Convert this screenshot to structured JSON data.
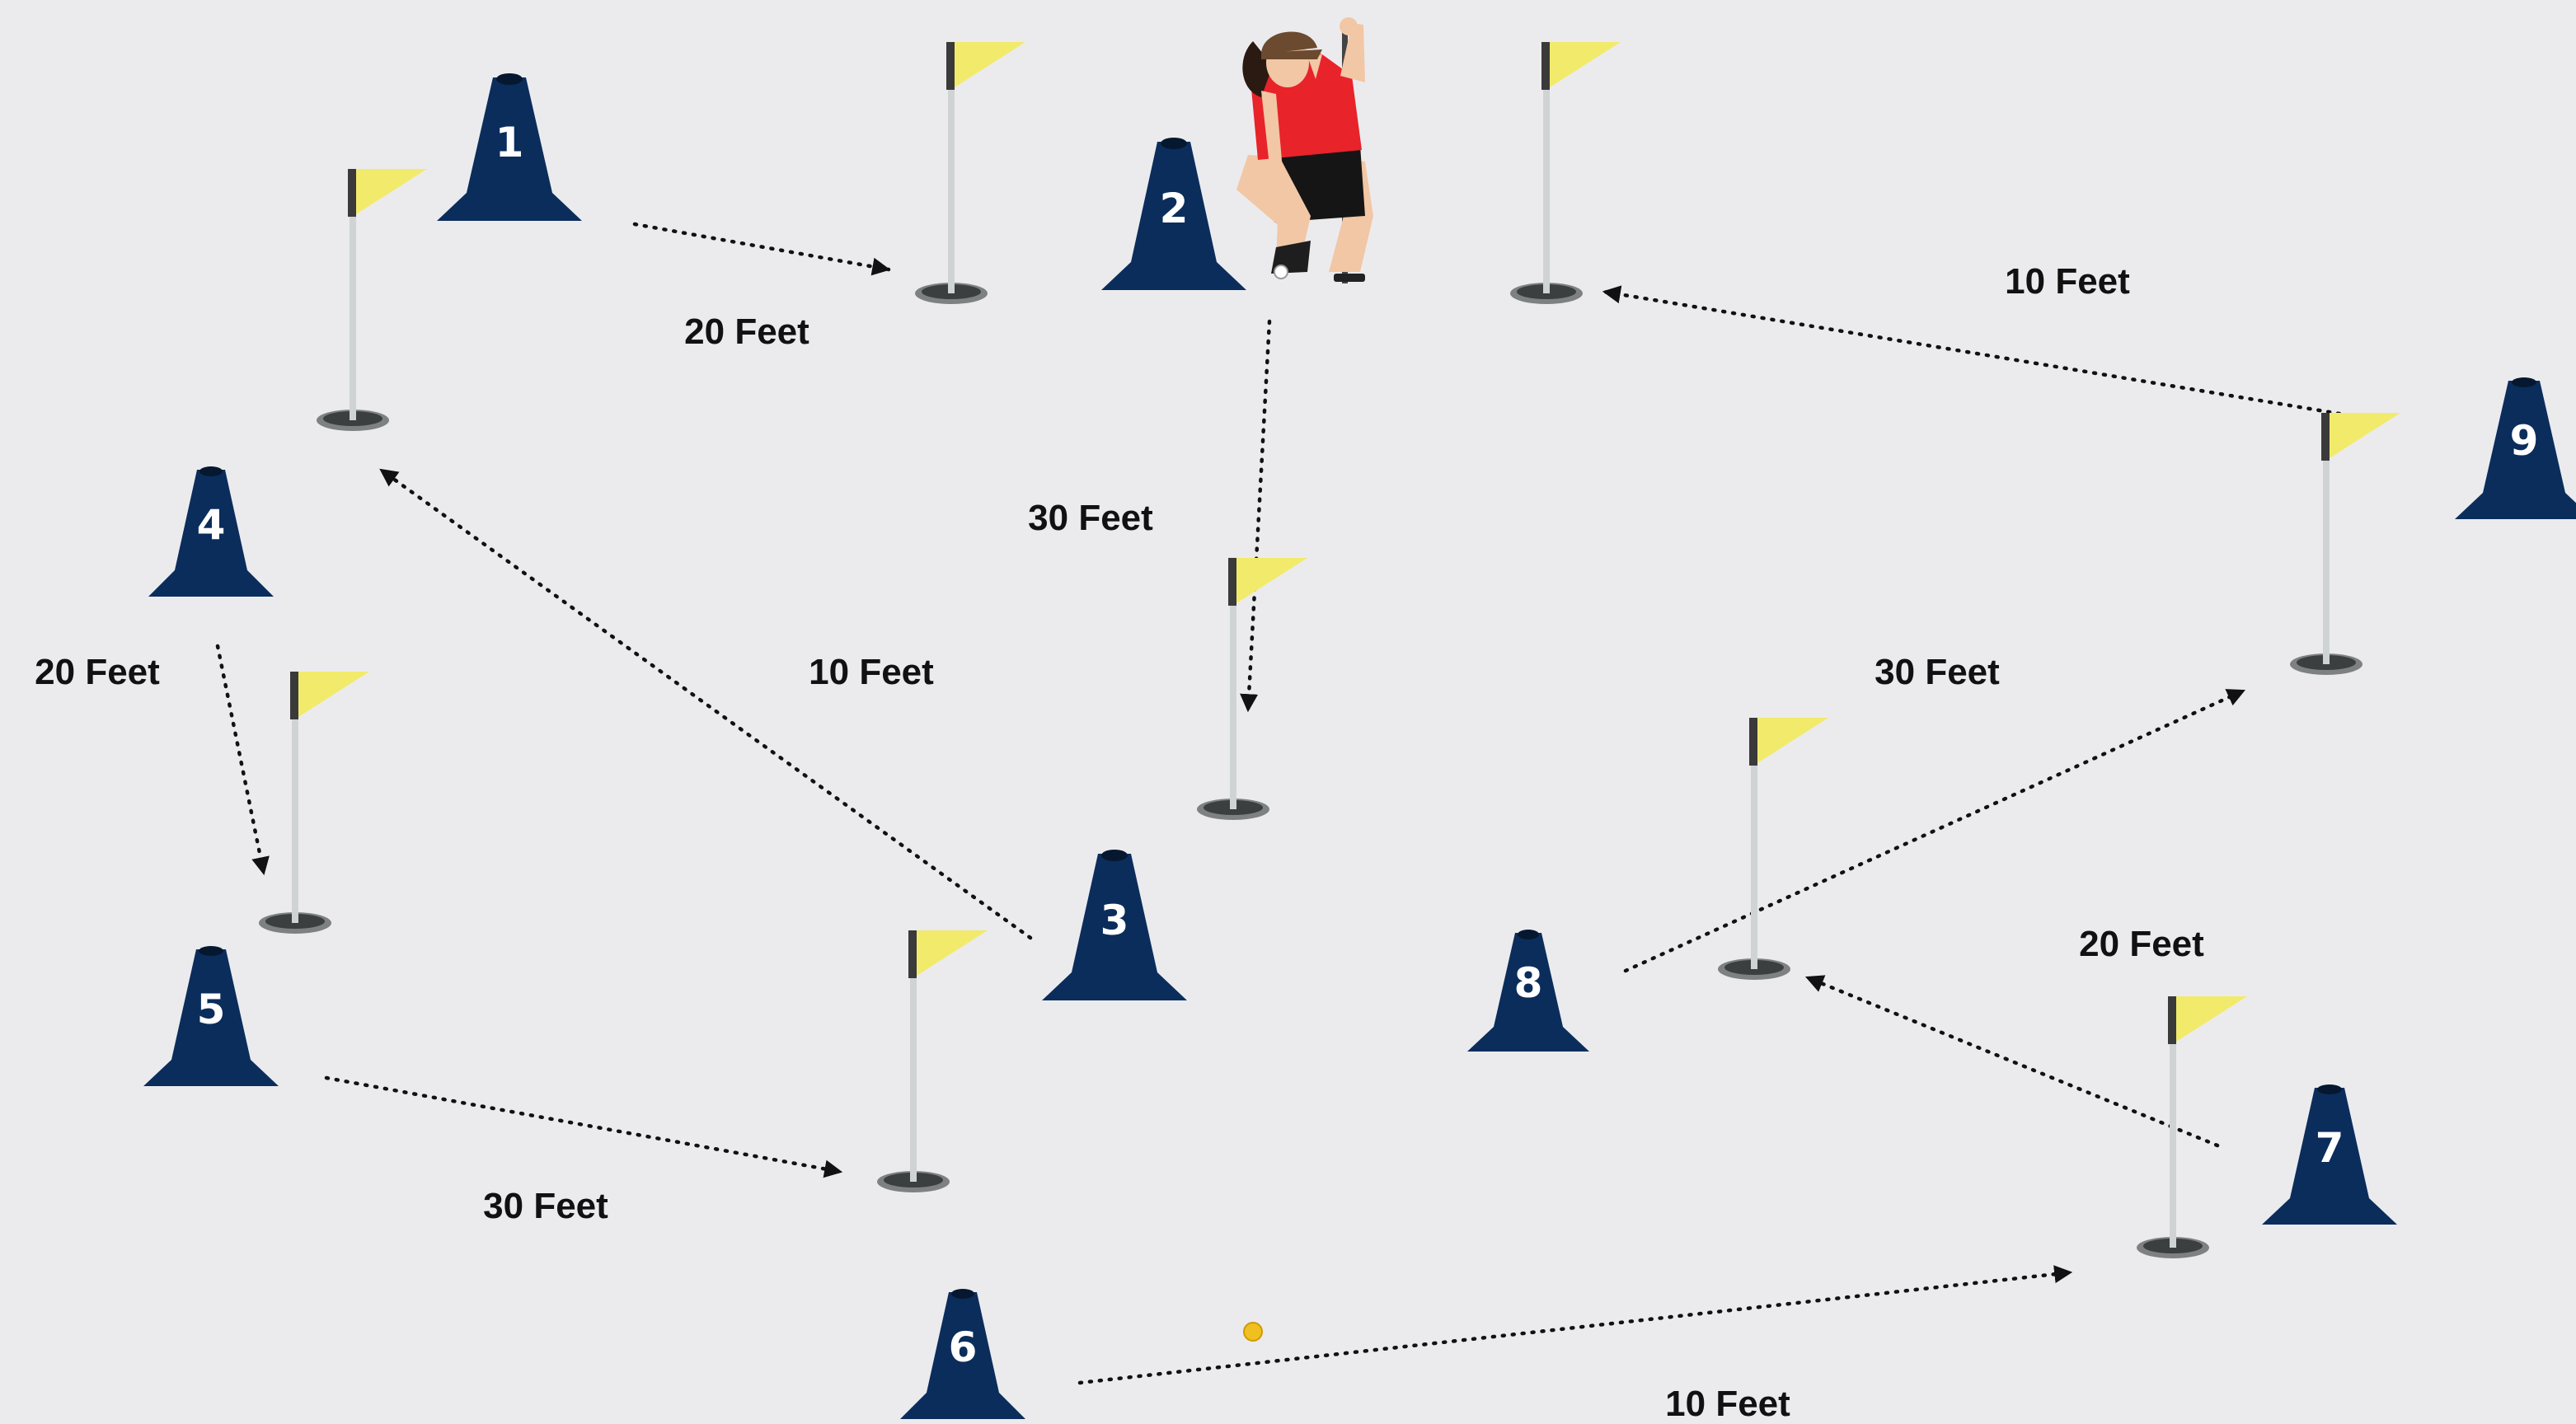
{
  "colors": {
    "background": "#ebebee",
    "cone": "#0b2d5c",
    "flag": "#f2ea6b",
    "pole": "#cfd3d4",
    "arrow": "#111111",
    "ball": "#f0c020",
    "golfer_shirt": "#e8232a"
  },
  "cones": [
    {
      "label": "1"
    },
    {
      "label": "2"
    },
    {
      "label": "3"
    },
    {
      "label": "4"
    },
    {
      "label": "5"
    },
    {
      "label": "6"
    },
    {
      "label": "7"
    },
    {
      "label": "8"
    },
    {
      "label": "9"
    }
  ],
  "distances": [
    {
      "text": "20 Feet"
    },
    {
      "text": "30 Feet"
    },
    {
      "text": "10 Feet"
    },
    {
      "text": "20 Feet"
    },
    {
      "text": "10 Feet"
    },
    {
      "text": "30 Feet"
    },
    {
      "text": "30 Feet"
    },
    {
      "text": "20 Feet"
    },
    {
      "text": "10 Feet"
    }
  ],
  "icons": {
    "cone": "traffic-cone-icon",
    "flag": "golf-flag-icon",
    "golfer": "golfer-reading-putt-icon",
    "ball": "golf-ball-icon"
  }
}
